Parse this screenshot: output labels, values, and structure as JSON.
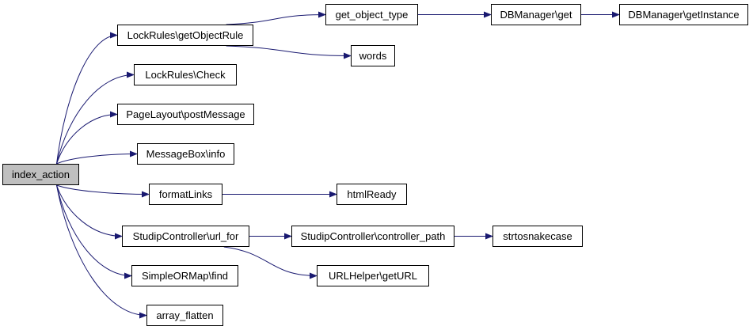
{
  "graph": {
    "edge_color": "#191970",
    "root_fill": "#bfbfbf",
    "nodes": {
      "index_action": "index_action",
      "lockrules_getobjectrule": "LockRules\\getObjectRule",
      "lockrules_check": "LockRules\\Check",
      "pagelayout_postmessage": "PageLayout\\postMessage",
      "messagebox_info": "MessageBox\\info",
      "formatlinks": "formatLinks",
      "studipcontroller_url_for": "StudipController\\url_for",
      "simpleormap_find": "SimpleORMap\\find",
      "array_flatten": "array_flatten",
      "get_object_type": "get_object_type",
      "words": "words",
      "dbmanager_get": "DBManager\\get",
      "dbmanager_getinstance": "DBManager\\getInstance",
      "htmlready": "htmlReady",
      "studipcontroller_controller_path": "StudipController\\controller_path",
      "strtosnakecase": "strtosnakecase",
      "urlhelper_geturl": "URLHelper\\getURL"
    },
    "edges": [
      [
        "index_action",
        "lockrules_getobjectrule"
      ],
      [
        "index_action",
        "lockrules_check"
      ],
      [
        "index_action",
        "pagelayout_postmessage"
      ],
      [
        "index_action",
        "messagebox_info"
      ],
      [
        "index_action",
        "formatlinks"
      ],
      [
        "index_action",
        "studipcontroller_url_for"
      ],
      [
        "index_action",
        "simpleormap_find"
      ],
      [
        "index_action",
        "array_flatten"
      ],
      [
        "lockrules_getobjectrule",
        "get_object_type"
      ],
      [
        "lockrules_getobjectrule",
        "words"
      ],
      [
        "get_object_type",
        "dbmanager_get"
      ],
      [
        "dbmanager_get",
        "dbmanager_getinstance"
      ],
      [
        "formatlinks",
        "htmlready"
      ],
      [
        "studipcontroller_url_for",
        "studipcontroller_controller_path"
      ],
      [
        "studipcontroller_url_for",
        "urlhelper_geturl"
      ],
      [
        "studipcontroller_controller_path",
        "strtosnakecase"
      ]
    ]
  }
}
